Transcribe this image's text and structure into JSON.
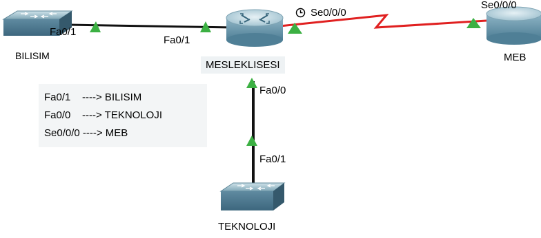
{
  "devices": {
    "bilisim": {
      "name": "BILISIM",
      "type": "switch"
    },
    "router": {
      "name": "MESLEKLISESI",
      "type": "router"
    },
    "meb": {
      "name": "MEB",
      "type": "router"
    },
    "teknoloji": {
      "name": "TEKNOLOJI",
      "type": "switch"
    }
  },
  "ports": {
    "bilisim_fa01": "Fa0/1",
    "router_fa01": "Fa0/1",
    "router_se000": "Se0/0/0",
    "meb_se000": "Se0/0/0",
    "router_fa00": "Fa0/0",
    "teknoloji_fa01": "Fa0/1"
  },
  "links": {
    "ethernet_color": "#111111",
    "serial_color": "#e02020",
    "link_up_color": "#3cb043"
  },
  "icons": {
    "clock": "clock-icon",
    "switch": "switch-icon",
    "router": "router-icon"
  },
  "note": {
    "lines": [
      "Fa0/1    ----> BILISIM",
      "Fa0/0    ----> TEKNOLOJI",
      "Se0/0/0 ----> MEB"
    ]
  }
}
